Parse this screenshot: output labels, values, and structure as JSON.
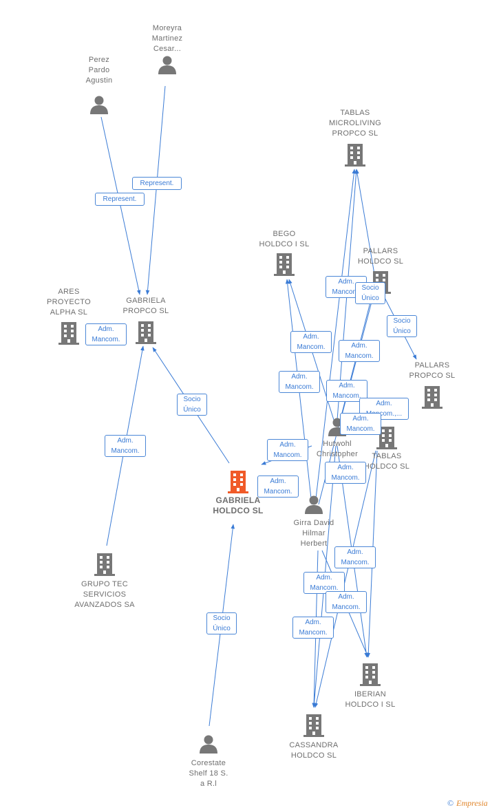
{
  "nodes": {
    "moreyra": {
      "label": "Moreyra\nMartinez\nCesar...",
      "kind": "person"
    },
    "perez": {
      "label": "Perez\nPardo\nAgustin",
      "kind": "person"
    },
    "tablas_microliving": {
      "label": "TABLAS\nMICROLIVING\nPROPCO  SL",
      "kind": "company"
    },
    "bego": {
      "label": "BEGO\nHOLDCO I  SL",
      "kind": "company"
    },
    "pallars_holdco": {
      "label": "PALLARS\nHOLDCO  SL",
      "kind": "company"
    },
    "ares": {
      "label": "ARES\nPROYECTO\nALPHA  SL",
      "kind": "company"
    },
    "gabriela_propco": {
      "label": "GABRIELA\nPROPCO  SL",
      "kind": "company"
    },
    "pallars_propco": {
      "label": "PALLARS\nPROPCO  SL",
      "kind": "company"
    },
    "hutwohl": {
      "label": "Hutwohl\nChristopher",
      "kind": "person"
    },
    "tablas_holdco": {
      "label": "TABLAS\nHOLDCO  SL",
      "kind": "company"
    },
    "gabriela_holdco": {
      "label": "GABRIELA\nHOLDCO  SL",
      "kind": "focus"
    },
    "girra": {
      "label": "Girra David\nHilmar\nHerbert",
      "kind": "person"
    },
    "grupo_tec": {
      "label": "GRUPO TEC\nSERVICIOS\nAVANZADOS SA",
      "kind": "company"
    },
    "iberian": {
      "label": "IBERIAN\nHOLDCO I  SL",
      "kind": "company"
    },
    "cassandra": {
      "label": "CASSANDRA\nHOLDCO  SL",
      "kind": "company"
    },
    "corestate": {
      "label": "Corestate\nShelf 18 S.\na R.l",
      "kind": "person"
    }
  },
  "edge_labels": [
    {
      "id": "rep1",
      "text": "Represent."
    },
    {
      "id": "rep2",
      "text": "Represent."
    },
    {
      "id": "adm_ares",
      "text": "Adm.\nMancom."
    },
    {
      "id": "socio_gp",
      "text": "Socio\nÚnico"
    },
    {
      "id": "adm_grupo",
      "text": "Adm.\nMancom."
    },
    {
      "id": "socio_core",
      "text": "Socio\nÚnico"
    },
    {
      "id": "adm_tm1",
      "text": "Adm.\nMancom."
    },
    {
      "id": "socio_ph",
      "text": "Socio\nÚnico"
    },
    {
      "id": "socio_pp",
      "text": "Socio\nÚnico"
    },
    {
      "id": "adm_b1",
      "text": "Adm.\nMancom."
    },
    {
      "id": "adm_m2",
      "text": "Adm.\nMancom."
    },
    {
      "id": "adm_b2",
      "text": "Adm.\nMancom."
    },
    {
      "id": "adm_m3",
      "text": "Adm.\nMancom."
    },
    {
      "id": "adm_th",
      "text": "Adm.\nMancom.,..."
    },
    {
      "id": "adm_h1",
      "text": "Adm.\nMancom."
    },
    {
      "id": "adm_gh1",
      "text": "Adm.\nMancom."
    },
    {
      "id": "adm_gh2",
      "text": "Adm.\nMancom."
    },
    {
      "id": "adm_g1",
      "text": "Adm.\nMancom."
    },
    {
      "id": "adm_i1",
      "text": "Adm.\nMancom."
    },
    {
      "id": "adm_c1",
      "text": "Adm.\nMancom."
    },
    {
      "id": "adm_i2",
      "text": "Adm.\nMancom."
    },
    {
      "id": "adm_c2",
      "text": "Adm.\nMancom."
    }
  ],
  "brand": {
    "copyright": "©",
    "name": "Empresia"
  },
  "colors": {
    "edge": "#3a7bd5",
    "company_icon": "#777777",
    "focus_icon": "#f05a28",
    "person_icon": "#777777"
  }
}
